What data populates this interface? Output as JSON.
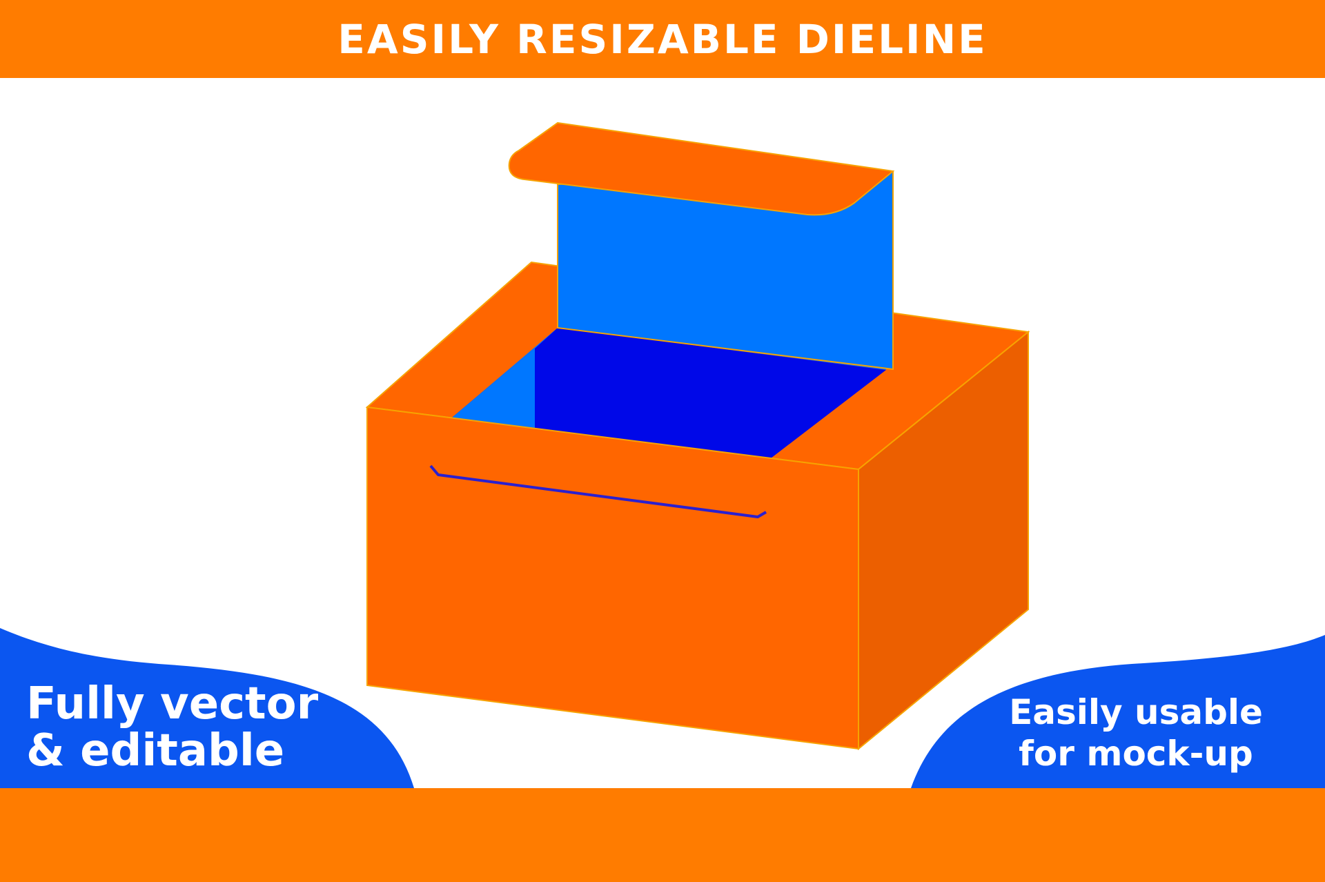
{
  "banner": {
    "title": "EASILY RESIZABLE DIELINE"
  },
  "features": {
    "left": {
      "line1": "Fully vector",
      "line2": "& editable"
    },
    "right": {
      "line1": "Easily usable",
      "line2": "for mock-up"
    }
  },
  "colors": {
    "banner_orange": "#ff7c00",
    "box_orange": "#ff6600",
    "box_side_orange": "#ec5f00",
    "inner_blue": "#0077ff",
    "floor_blue": "#0008e8",
    "wave_blue": "#0b56f0"
  },
  "illustration": "open-lid-mailer-box"
}
